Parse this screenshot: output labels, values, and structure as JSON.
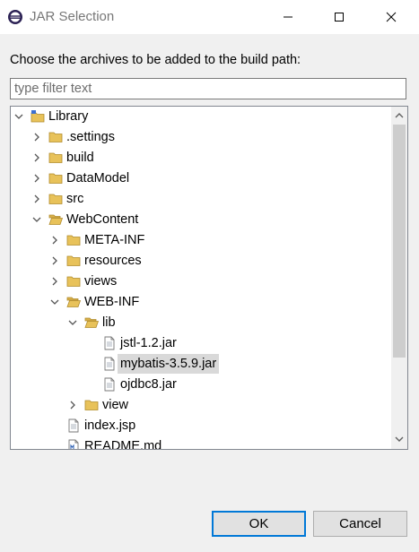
{
  "window": {
    "title": "JAR Selection"
  },
  "instruction": "Choose the archives to be added to the build path:",
  "filter": {
    "placeholder": "type filter text",
    "value": ""
  },
  "tree": [
    {
      "label": "Library",
      "level": 0,
      "expanded": true,
      "type": "project"
    },
    {
      "label": ".settings",
      "level": 1,
      "expanded": false,
      "type": "folder"
    },
    {
      "label": "build",
      "level": 1,
      "expanded": false,
      "type": "folder"
    },
    {
      "label": "DataModel",
      "level": 1,
      "expanded": false,
      "type": "folder"
    },
    {
      "label": "src",
      "level": 1,
      "expanded": false,
      "type": "folder"
    },
    {
      "label": "WebContent",
      "level": 1,
      "expanded": true,
      "type": "folder-open"
    },
    {
      "label": "META-INF",
      "level": 2,
      "expanded": false,
      "type": "folder"
    },
    {
      "label": "resources",
      "level": 2,
      "expanded": false,
      "type": "folder"
    },
    {
      "label": "views",
      "level": 2,
      "expanded": false,
      "type": "folder"
    },
    {
      "label": "WEB-INF",
      "level": 2,
      "expanded": true,
      "type": "folder-open"
    },
    {
      "label": "lib",
      "level": 3,
      "expanded": true,
      "type": "folder-open"
    },
    {
      "label": "jstl-1.2.jar",
      "level": 4,
      "type": "file"
    },
    {
      "label": "mybatis-3.5.9.jar",
      "level": 4,
      "type": "file",
      "selected": true
    },
    {
      "label": "ojdbc8.jar",
      "level": 4,
      "type": "file"
    },
    {
      "label": "view",
      "level": 3,
      "expanded": false,
      "type": "folder"
    },
    {
      "label": "index.jsp",
      "level": 2,
      "type": "file"
    },
    {
      "label": "README.md",
      "level": 2,
      "type": "file-md"
    }
  ],
  "buttons": {
    "ok": "OK",
    "cancel": "Cancel"
  },
  "colors": {
    "folder": "#e8c25a",
    "accent": "#0078d7",
    "selection": "#d9d9d9"
  }
}
